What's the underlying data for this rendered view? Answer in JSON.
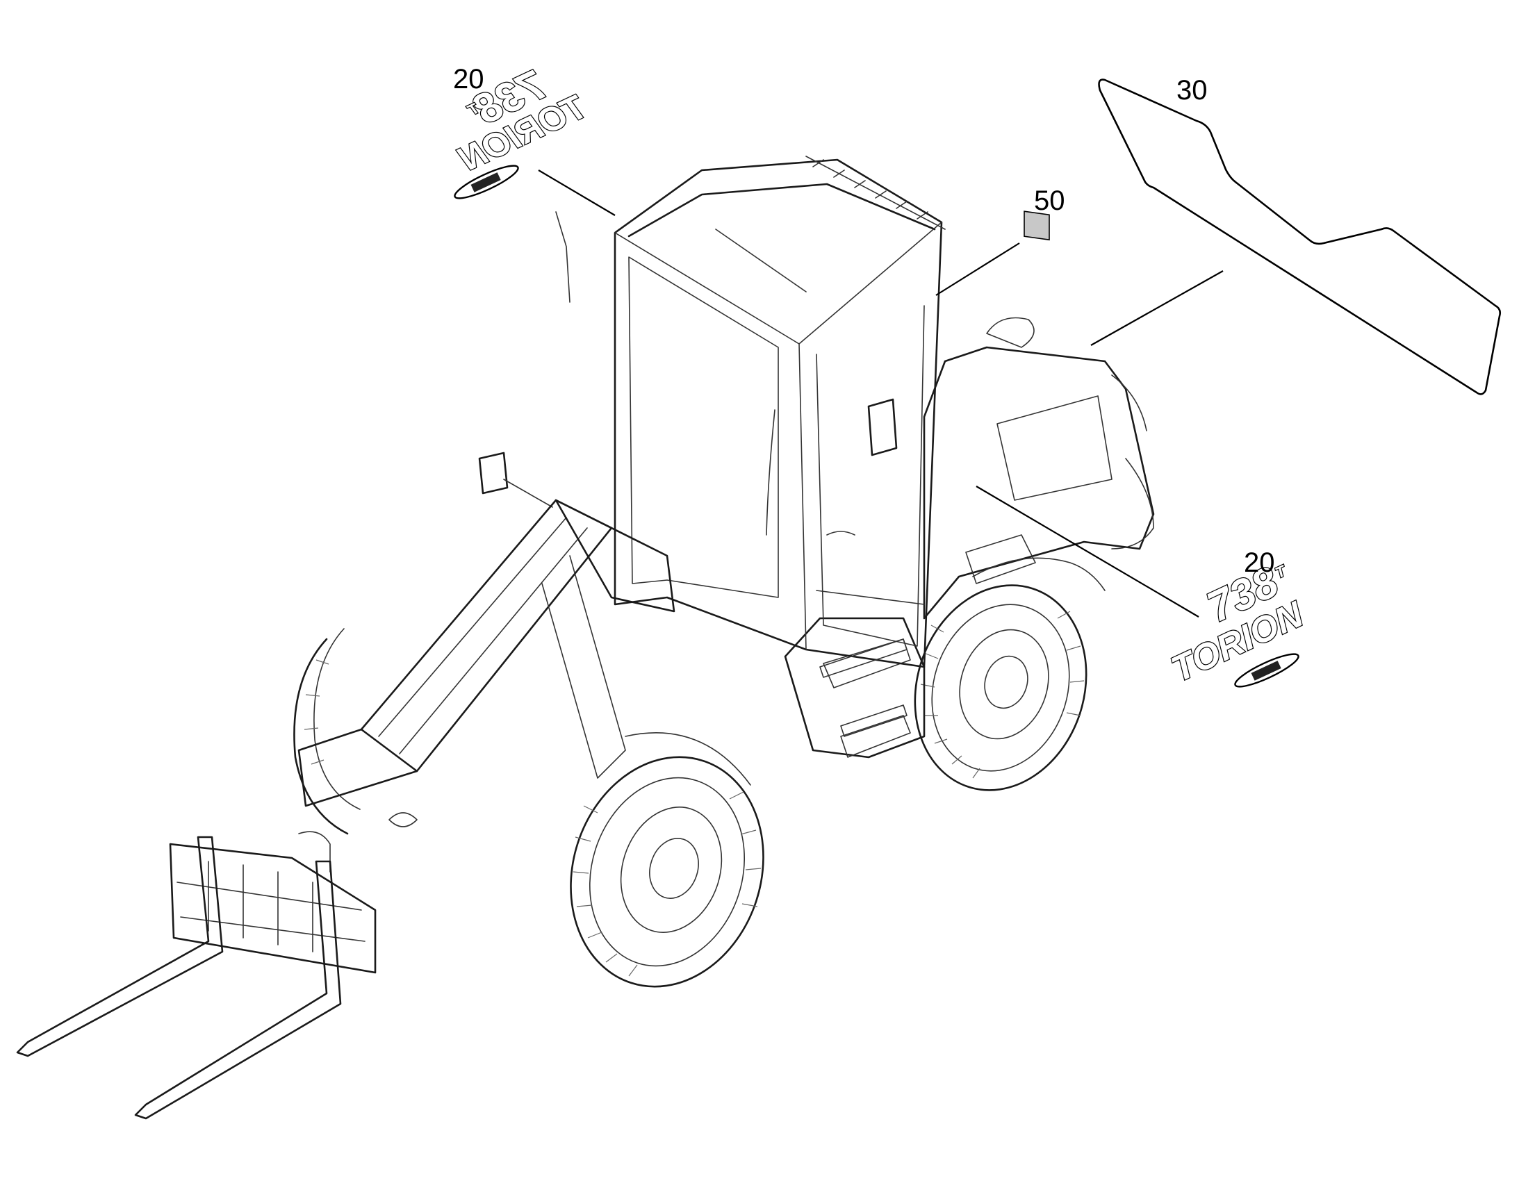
{
  "callouts": {
    "decal_cab_label": "20",
    "decal_side_label": "20",
    "windshield_film_label": "30",
    "small_label_number": "50"
  },
  "decals": {
    "model_number": "738",
    "model_suffix": "T",
    "brand_name": "TORION"
  },
  "colors": {
    "line": "#000000",
    "label_patch": "#c8c8c8"
  }
}
